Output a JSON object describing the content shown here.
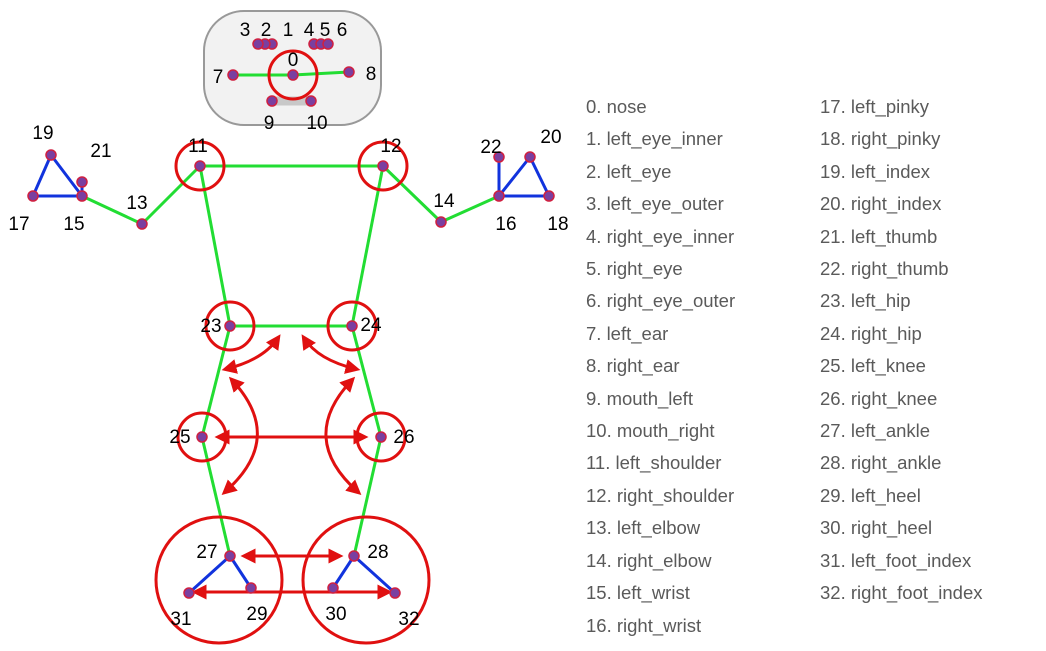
{
  "keypoints": [
    {
      "id": "0",
      "name": "nose"
    },
    {
      "id": "1",
      "name": "left_eye_inner"
    },
    {
      "id": "2",
      "name": "left_eye"
    },
    {
      "id": "3",
      "name": "left_eye_outer"
    },
    {
      "id": "4",
      "name": "right_eye_inner"
    },
    {
      "id": "5",
      "name": "right_eye"
    },
    {
      "id": "6",
      "name": "right_eye_outer"
    },
    {
      "id": "7",
      "name": "left_ear"
    },
    {
      "id": "8",
      "name": "right_ear"
    },
    {
      "id": "9",
      "name": "mouth_left"
    },
    {
      "id": "10",
      "name": "mouth_right"
    },
    {
      "id": "11",
      "name": "left_shoulder"
    },
    {
      "id": "12",
      "name": "right_shoulder"
    },
    {
      "id": "13",
      "name": "left_elbow"
    },
    {
      "id": "14",
      "name": "right_elbow"
    },
    {
      "id": "15",
      "name": "left_wrist"
    },
    {
      "id": "16",
      "name": "right_wrist"
    },
    {
      "id": "17",
      "name": "left_pinky"
    },
    {
      "id": "18",
      "name": "right_pinky"
    },
    {
      "id": "19",
      "name": "left_index"
    },
    {
      "id": "20",
      "name": "right_index"
    },
    {
      "id": "21",
      "name": "left_thumb"
    },
    {
      "id": "22",
      "name": "right_thumb"
    },
    {
      "id": "23",
      "name": "left_hip"
    },
    {
      "id": "24",
      "name": "right_hip"
    },
    {
      "id": "25",
      "name": "left_knee"
    },
    {
      "id": "26",
      "name": "right_knee"
    },
    {
      "id": "27",
      "name": "left_ankle"
    },
    {
      "id": "28",
      "name": "right_ankle"
    },
    {
      "id": "29",
      "name": "left_heel"
    },
    {
      "id": "30",
      "name": "right_heel"
    },
    {
      "id": "31",
      "name": "left_foot_index"
    },
    {
      "id": "32",
      "name": "right_foot_index"
    }
  ],
  "legend": {
    "col1": [
      "0. nose",
      "1. left_eye_inner",
      "2. left_eye",
      "3. left_eye_outer",
      "4. right_eye_inner",
      "5. right_eye",
      "6. right_eye_outer",
      "7. left_ear",
      "8. right_ear",
      "9. mouth_left",
      "10. mouth_right",
      "11. left_shoulder",
      "12. right_shoulder",
      "13. left_elbow",
      "14. right_elbow",
      "15. left_wrist",
      "16. right_wrist"
    ],
    "col2": [
      "17. left_pinky",
      "18. right_pinky",
      "19. left_index",
      "20. right_index",
      "21. left_thumb",
      "22. right_thumb",
      "23. left_hip",
      "24. right_hip",
      "25. left_knee",
      "26. right_knee",
      "27. left_ankle",
      "28. right_ankle",
      "29. left_heel",
      "30. right_heel",
      "31. left_foot_index",
      "32. right_foot_index"
    ]
  },
  "colors": {
    "body_edge": "#22dd33",
    "hand_foot_edge": "#1133dd",
    "highlight": "#e01010",
    "point": "#7a3fa0",
    "face_box": "#999999",
    "legend_text": "#5a5a5a"
  }
}
